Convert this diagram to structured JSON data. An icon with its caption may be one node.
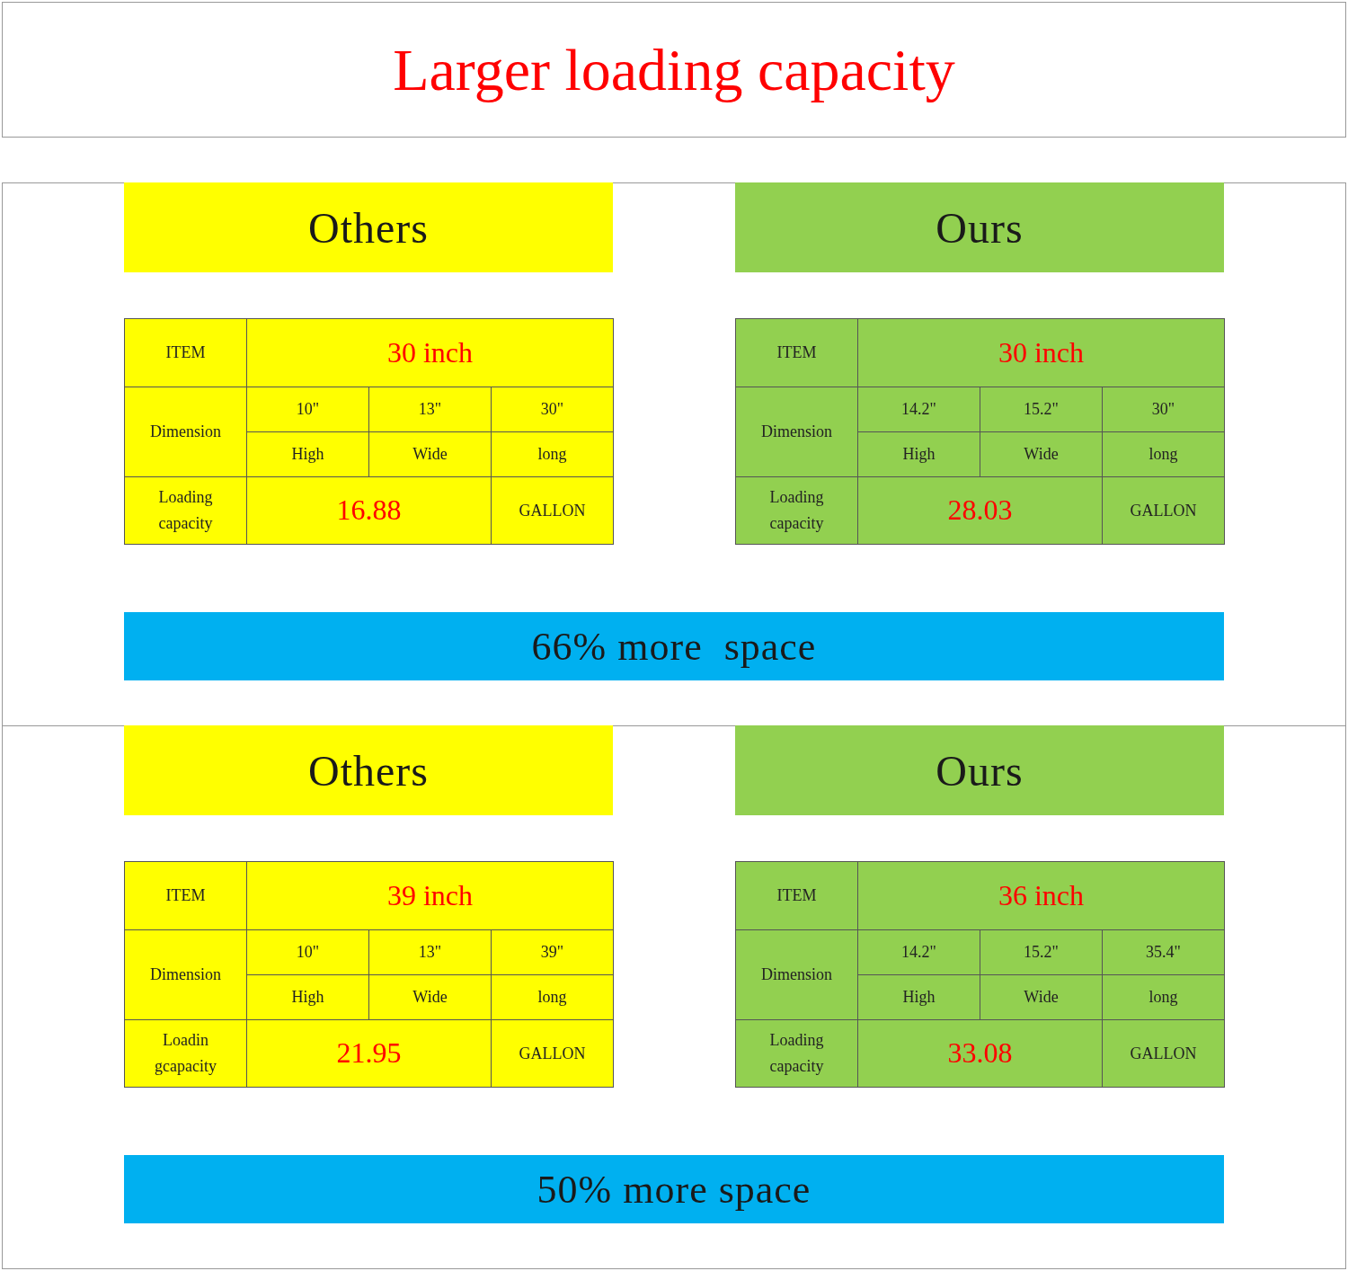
{
  "diagram": {
    "title": "Larger loading capacity",
    "nodes": [
      {
        "text": [
          "Others"
        ]
      },
      {
        "text": [
          "Ours"
        ]
      },
      {
        "text": [
          "66% more  space"
        ]
      },
      {
        "text": [
          "Others"
        ]
      },
      {
        "text": [
          "Ours"
        ]
      },
      {
        "text": [
          "50% more space"
        ]
      }
    ],
    "labels": [
      "ITEM",
      "30 inch",
      "Dimension",
      "10\"",
      "13\"",
      "30\"",
      "High",
      "Wide",
      "long",
      "Loading capacity",
      "16.88",
      "GALLON",
      "ITEM",
      "30 inch",
      "Dimension",
      "14.2\"",
      "15.2\"",
      "30\"",
      "High",
      "Wide",
      "long",
      "Loading capacity",
      "28.03",
      "GALLON",
      "ITEM",
      "39 inch",
      "Dimension",
      "10\"",
      "13\"",
      "39\"",
      "High",
      "Wide",
      "long",
      "Loadin gcapacity",
      "21.95",
      "GALLON",
      "ITEM",
      "36 inch",
      "Dimension",
      "14.2\"",
      "15.2\"",
      "35.4\"",
      "High",
      "Wide",
      "long",
      "Loading capacity",
      "33.08",
      "GALLON"
    ]
  }
}
